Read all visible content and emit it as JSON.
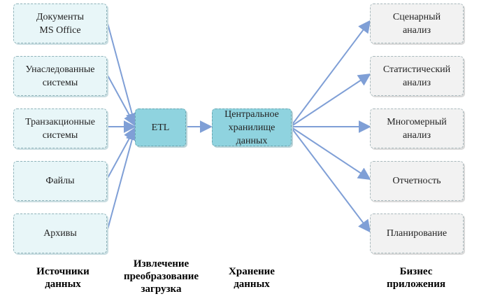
{
  "sources": [
    {
      "id": "s1",
      "label": "Документы\nMS Office"
    },
    {
      "id": "s2",
      "label": "Унаследованные\nсистемы"
    },
    {
      "id": "s3",
      "label": "Транзакционные\nсистемы"
    },
    {
      "id": "s4",
      "label": "Файлы"
    },
    {
      "id": "s5",
      "label": "Архивы"
    }
  ],
  "etl": {
    "label": "ETL"
  },
  "warehouse": {
    "label": "Центральное\nхранилище\nданных"
  },
  "apps": [
    {
      "id": "a1",
      "label": "Сценарный\nанализ"
    },
    {
      "id": "a2",
      "label": "Статистический\nанализ"
    },
    {
      "id": "a3",
      "label": "Многомерный\nанализ"
    },
    {
      "id": "a4",
      "label": "Отчетность"
    },
    {
      "id": "a5",
      "label": "Планирование"
    }
  ],
  "captions": {
    "sources": "Источники\nданных",
    "etl": "Извлечение\nпреобразование\nзагрузка",
    "storage": "Хранение\nданных",
    "apps": "Бизнес\nприложения"
  },
  "colors": {
    "arrow": "#7f9fd6",
    "source_fill": "#e8f6f8",
    "etl_fill": "#8fd3df",
    "app_fill": "#f2f2f2"
  }
}
